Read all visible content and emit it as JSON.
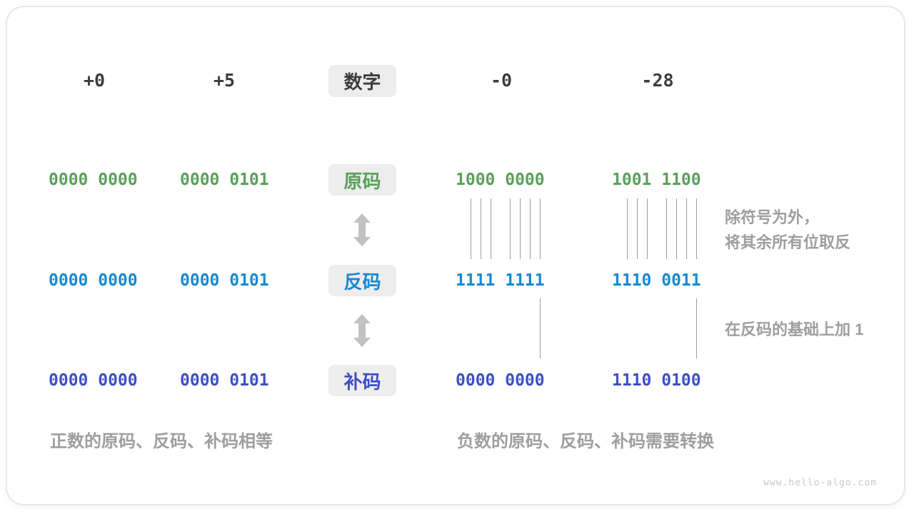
{
  "columns": {
    "headers": [
      "+0",
      "+5",
      "-0",
      "-28"
    ],
    "center_label": "数字"
  },
  "rows": [
    {
      "id": "sign-magnitude",
      "label": "原码",
      "color": "#5aa05c",
      "values": [
        "0000 0000",
        "0000 0101",
        "1000 0000",
        "1001 1100"
      ]
    },
    {
      "id": "ones-complement",
      "label": "反码",
      "color": "#1789d2",
      "values": [
        "0000 0000",
        "0000 0101",
        "1111 1111",
        "1110 0011"
      ]
    },
    {
      "id": "twos-complement",
      "label": "补码",
      "color": "#3d4fc4",
      "values": [
        "0000 0000",
        "0000 0101",
        "0000 0000",
        "1110 0100"
      ]
    }
  ],
  "annotations": {
    "flip_line1": "除符号为外，",
    "flip_line2": "将其余所有位取反",
    "add_one": "在反码的基础上加 1",
    "positive_note": "正数的原码、反码、补码相等",
    "negative_note": "负数的原码、反码、补码需要转换"
  },
  "colors": {
    "sign_magnitude": "#5aa05c",
    "ones_complement": "#1789d2",
    "twos_complement": "#3d4fc4",
    "header_text": "#3c3c3c",
    "annotation_gray": "#9e9e9e",
    "label_box_bg": "#ededed",
    "arrow_gray": "#c1c1c1"
  },
  "footer": {
    "site": "www.hello-algo.com"
  }
}
